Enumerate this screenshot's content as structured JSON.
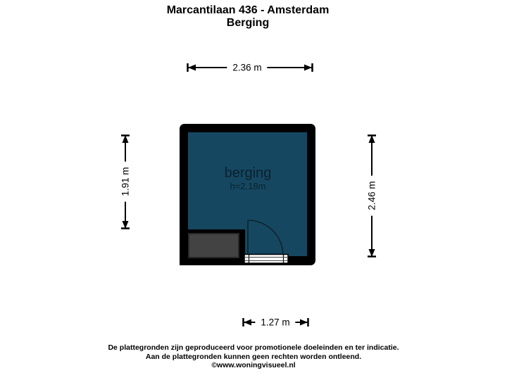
{
  "title": {
    "line1": "Marcantilaan 436 - Amsterdam",
    "line2": "Berging"
  },
  "room": {
    "name": "berging",
    "ceiling_height": "h=2.18m"
  },
  "dimensions": {
    "top": "2.36 m",
    "bottom": "1.27 m",
    "left": "1.91 m",
    "right": "2.46 m"
  },
  "footer": {
    "line1": "De plattegronden zijn geproduceerd voor promotionele doeleinden en ter indicatie.",
    "line2": "Aan de plattegronden kunnen geen rechten worden ontleend.",
    "line3": "©www.woningvisueel.nl"
  },
  "colors": {
    "background": "#ffffff",
    "wall": "#000000",
    "floor": "#164760",
    "fixture_fill": "#434343",
    "fixture_border": "#282828",
    "door_line": "#0d2430",
    "dimension_line": "#000000"
  }
}
